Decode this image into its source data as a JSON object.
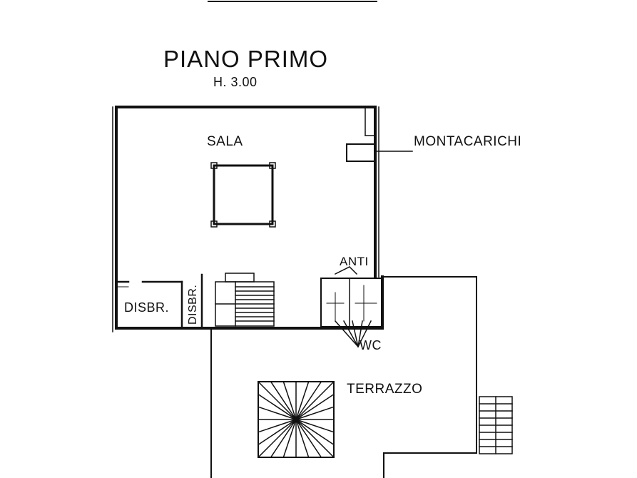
{
  "plan": {
    "title": "PIANO PRIMO",
    "height_label": "H. 3.00",
    "rooms": {
      "sala": "SALA",
      "montacarichi": "MONTACARICHI",
      "anti": "ANTI",
      "disbr": "DISBR.",
      "disbr_vertical": "DISBR.",
      "wc": "WC",
      "terrazzo": "TERRAZZO"
    }
  }
}
